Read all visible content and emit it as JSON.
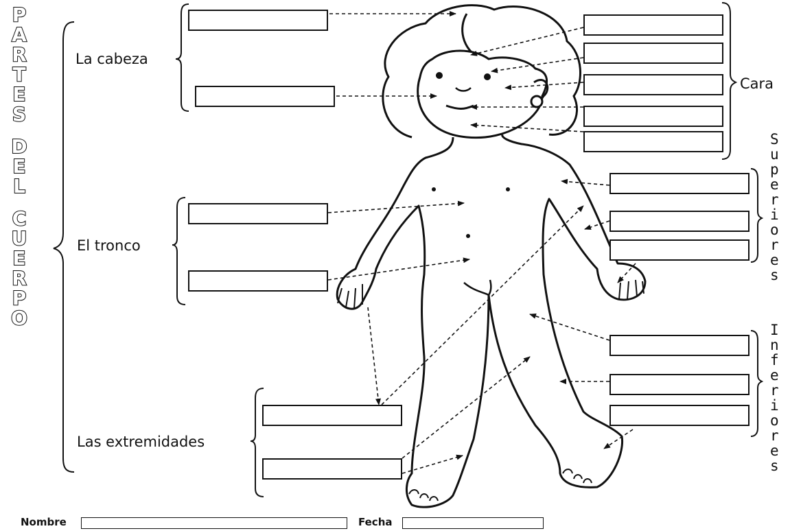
{
  "title_letters": [
    "P",
    "A",
    "R",
    "T",
    "E",
    "S",
    "",
    "D",
    "E",
    "L",
    "",
    "C",
    "U",
    "E",
    "R",
    "P",
    "O"
  ],
  "groups": {
    "head": "La cabeza",
    "trunk": "El tronco",
    "limbs": "Las extremidades"
  },
  "face_label": "Cara",
  "superiores_letters": [
    "S",
    "u",
    "p",
    "e",
    "r",
    "i",
    "o",
    "r",
    "e",
    "s"
  ],
  "inferiores_letters": [
    "I",
    "n",
    "f",
    "e",
    "r",
    "i",
    "o",
    "r",
    "e",
    "s"
  ],
  "footer": {
    "name_label": "Nombre",
    "date_label": "Fecha"
  }
}
